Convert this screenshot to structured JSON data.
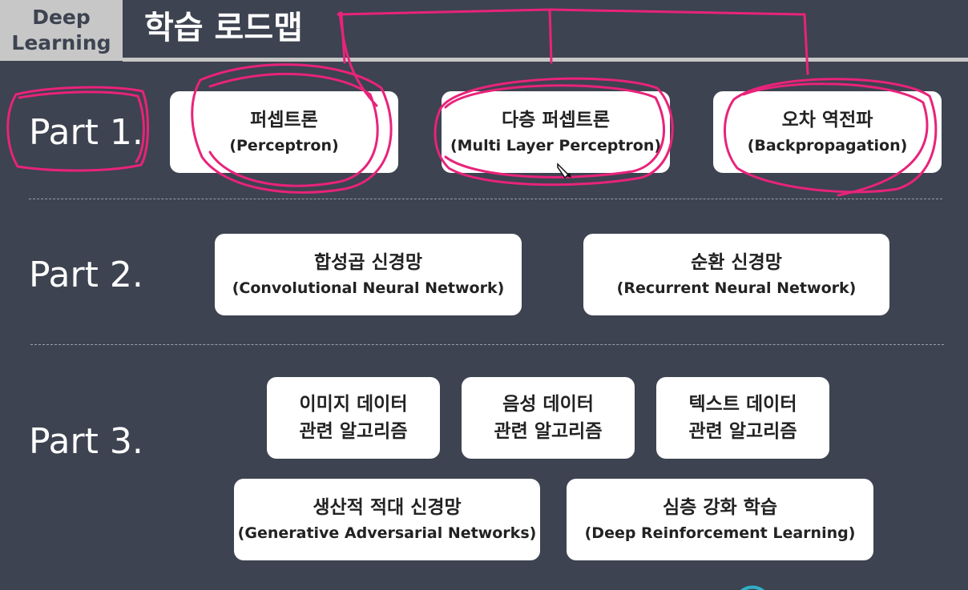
{
  "header": {
    "brand_line1": "Deep",
    "brand_line2": "Learning",
    "title": "학습 로드맵"
  },
  "parts": [
    {
      "label": "Part 1.",
      "cards": [
        {
          "title": "퍼셉트론",
          "subtitle": "(Perceptron)"
        },
        {
          "title": "다층 퍼셉트론",
          "subtitle": "(Multi Layer Perceptron)"
        },
        {
          "title": "오차 역전파",
          "subtitle": "(Backpropagation)"
        }
      ]
    },
    {
      "label": "Part 2.",
      "cards": [
        {
          "title": "합성곱 신경망",
          "subtitle": "(Convolutional Neural Network)"
        },
        {
          "title": "순환 신경망",
          "subtitle": "(Recurrent Neural Network)"
        }
      ]
    },
    {
      "label": "Part 3.",
      "cards": [
        {
          "title": "이미지 데이터",
          "subtitle": "관련 알고리즘"
        },
        {
          "title": "음성 데이터",
          "subtitle": "관련 알고리즘"
        },
        {
          "title": "텍스트 데이터",
          "subtitle": "관련 알고리즘"
        },
        {
          "title": "생산적 적대 신경망",
          "subtitle": "(Generative Adversarial Networks)"
        },
        {
          "title": "심층 강화 학습",
          "subtitle": "(Deep Reinforcement Learning)"
        }
      ]
    }
  ],
  "colors": {
    "background": "#3d4350",
    "header_band": "#c7c7c7",
    "card": "#ffffff",
    "annotation": "#e8237a"
  }
}
